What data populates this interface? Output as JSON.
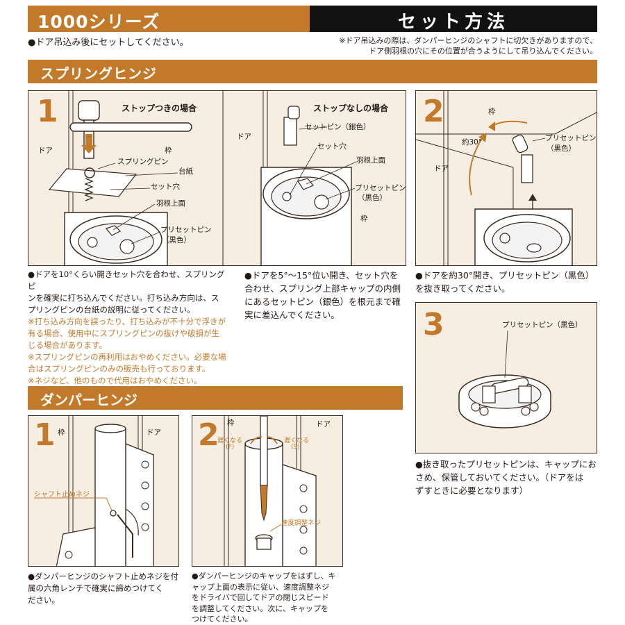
{
  "header": {
    "series_title": "1000シリーズ",
    "method_title": "セット方法",
    "main_note": "●ドア吊込み後にセットしてください。",
    "right_note_1": "※ドア吊込みの際は、ダンパーヒンジのシャフトに切欠きがありますので、",
    "right_note_2": "ドア側羽根の穴にその位置が合うようにして吊り込んでください。"
  },
  "spring": {
    "title": "スプリングヒンジ",
    "step1": {
      "number": "1",
      "with_stop_title": "ストップつきの場合",
      "without_stop_title": "ストップなしの場合",
      "door_label": "ドア",
      "frame_label": "枠",
      "door_label_b": "ドア",
      "frame_label_b": "枠",
      "spring_pin": "スプリングピン",
      "base_paper": "台紙",
      "set_hole": "セット穴",
      "wing_top": "羽根上面",
      "preset_pin": "プリセットピン",
      "preset_pin_color": "（黒色）",
      "set_pin_silver": "セットピン（銀色）",
      "set_hole_b": "セット穴",
      "wing_top_b": "羽根上面",
      "preset_pin_b": "プリセットピン",
      "preset_pin_color_b": "（黒色）",
      "desc_a": [
        "●ドアを10°くらい開きセット穴を合わせ、スプリングピ",
        "ンを確実に打ち込んでください。打ち込み方向は、ス",
        "プリングピンの台紙の説明に従ってください。"
      ],
      "warn_a": [
        "※打ち込み方向を誤ったり、打ち込みが不十分で浮きが",
        "有る場合、使用中にスプリングピンの抜けや破損が生",
        "じる場合があります。",
        "※スプリングピンの再利用はおやめください。必要な場",
        "合はスプリングピンのみの販売も行っております。",
        "※ネジなど、他のもので代用はおやめください。"
      ],
      "desc_b": [
        "●ドアを5°～15°位い開き、セット穴を",
        "合わせ、スプリング上部キャップの内側",
        "にあるセットピン（銀色）を根元まで確",
        "実に差込んでください。"
      ]
    },
    "step2": {
      "number": "2",
      "frame_label": "枠",
      "door_label": "ドア",
      "angle": "約30°",
      "preset_pin": "プリセットピン",
      "preset_pin_color": "（黒色）",
      "desc": [
        "●ドアを約30°開き、プリセットピン（黒色）",
        "を抜き取ってください。"
      ]
    },
    "step3": {
      "number": "3",
      "preset_pin": "プリセットピン（黒色）",
      "desc": [
        "●抜き取ったプリセットピンは、キャップにお",
        "さめ、保管しておいてください。（ドアをは",
        "ずすときに必要となります）"
      ]
    }
  },
  "damper": {
    "title": "ダンパーヒンジ",
    "step1": {
      "number": "1",
      "frame_label": "枠",
      "door_label": "ドア",
      "shaft_screw": "シャフト止めネジ",
      "desc": [
        "●ダンパーヒンジのシャフト止めネジを付",
        "属の六角レンチで確実に締めつけてく",
        "ださい。"
      ]
    },
    "step2": {
      "number": "2",
      "frame_label": "枠",
      "door_label": "ドア",
      "slow_f": "遅くなる",
      "slow_f_sub": "(F)",
      "slow_s": "遅くなる",
      "slow_s_sub": "(S)",
      "speed_screw": "速度調整ネジ",
      "desc": [
        "●ダンパーヒンジのキャップをはずし、キ",
        "ャップ上面の表示に従い、速度調整ネジ",
        "をドライバで回してドアの閉じスピード",
        "を調整してください。次に、キャップを",
        "つけてください。"
      ]
    }
  },
  "colors": {
    "accent": "#c3792a",
    "panel_bg": "#f6ede3",
    "dark": "#111111"
  }
}
